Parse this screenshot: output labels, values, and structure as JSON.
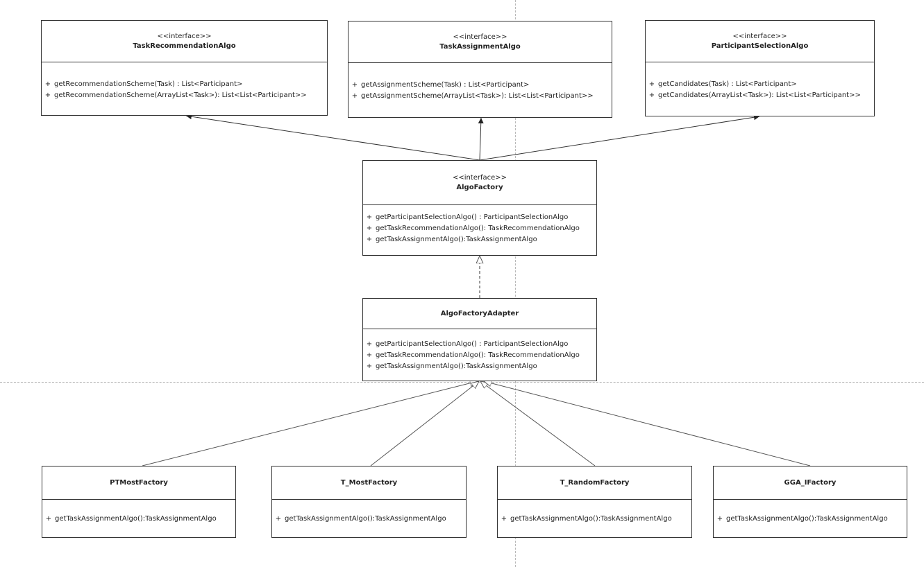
{
  "classes": {
    "task_recommendation_algo": {
      "stereotype": "<<interface>>",
      "name": "TaskRecommendationAlgo",
      "operations": [
        {
          "visibility": "+",
          "signature": "getRecommendationScheme(Task) : List<Participant>"
        },
        {
          "visibility": "+",
          "signature": "getRecommendationScheme(ArrayList<Task>): List<List<Participant>>"
        }
      ]
    },
    "task_assignment_algo": {
      "stereotype": "<<interface>>",
      "name": "TaskAssignmentAlgo",
      "operations": [
        {
          "visibility": "+",
          "signature": "getAssignmentScheme(Task) : List<Participant>"
        },
        {
          "visibility": "+",
          "signature": "getAssignmentScheme(ArrayList<Task>): List<List<Participant>>"
        }
      ]
    },
    "participant_selection_algo": {
      "stereotype": "<<interface>>",
      "name": "ParticipantSelectionAlgo",
      "operations": [
        {
          "visibility": "+",
          "signature": "getCandidates(Task) : List<Participant>"
        },
        {
          "visibility": "+",
          "signature": "getCandidates(ArrayList<Task>): List<List<Participant>>"
        }
      ]
    },
    "algo_factory": {
      "stereotype": "<<interface>>",
      "name": "AlgoFactory",
      "operations": [
        {
          "visibility": "+",
          "signature": "getParticipantSelectionAlgo() : ParticipantSelectionAlgo"
        },
        {
          "visibility": "+",
          "signature": "getTaskRecommendationAlgo(): TaskRecommendationAlgo"
        },
        {
          "visibility": "+",
          "signature": "getTaskAssignmentAlgo():TaskAssignmentAlgo"
        }
      ]
    },
    "algo_factory_adapter": {
      "name": "AlgoFactoryAdapter",
      "operations": [
        {
          "visibility": "+",
          "signature": "getParticipantSelectionAlgo() : ParticipantSelectionAlgo"
        },
        {
          "visibility": "+",
          "signature": "getTaskRecommendationAlgo(): TaskRecommendationAlgo"
        },
        {
          "visibility": "+",
          "signature": "getTaskAssignmentAlgo():TaskAssignmentAlgo"
        }
      ]
    },
    "pt_most_factory": {
      "name": "PTMostFactory",
      "operations": [
        {
          "visibility": "+",
          "signature": "getTaskAssignmentAlgo():TaskAssignmentAlgo"
        }
      ]
    },
    "t_most_factory": {
      "name": "T_MostFactory",
      "operations": [
        {
          "visibility": "+",
          "signature": "getTaskAssignmentAlgo():TaskAssignmentAlgo"
        }
      ]
    },
    "t_random_factory": {
      "name": "T_RandomFactory",
      "operations": [
        {
          "visibility": "+",
          "signature": "getTaskAssignmentAlgo():TaskAssignmentAlgo"
        }
      ]
    },
    "gga_i_factory": {
      "name": "GGA_IFactory",
      "operations": [
        {
          "visibility": "+",
          "signature": "getTaskAssignmentAlgo():TaskAssignmentAlgo"
        }
      ]
    }
  }
}
